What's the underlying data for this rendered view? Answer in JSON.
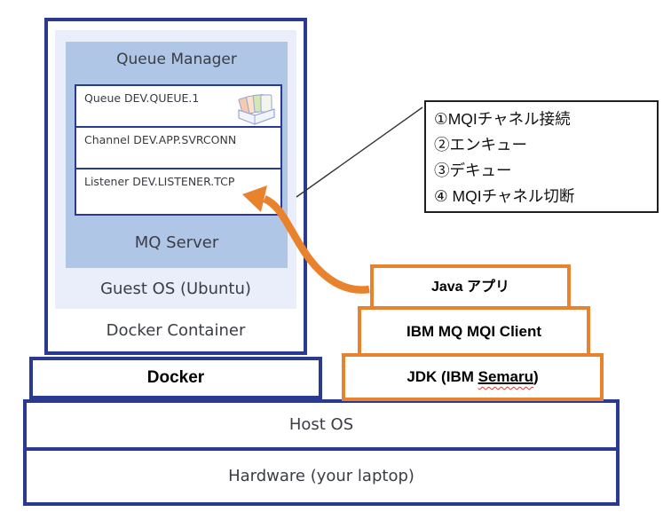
{
  "colors": {
    "navy": "#2b3a91",
    "orange": "#e8822d",
    "mq_server_fill": "#b0c6e7",
    "guest_os_fill": "#e9eefa",
    "annotation_border": "#1f1f1f",
    "wavy_underline": "#e03a2f"
  },
  "docker_container": {
    "label": "Docker Container",
    "guest_os_label": "Guest OS (Ubuntu)",
    "mq_server_label": "MQ Server",
    "queue_manager_label": "Queue Manager",
    "components": [
      {
        "label": "Queue DEV.QUEUE.1"
      },
      {
        "label": "Channel DEV.APP.SVRCONN"
      },
      {
        "label": "Listener DEV.LISTENER.TCP"
      }
    ]
  },
  "host_stack": {
    "docker_label": "Docker",
    "host_os_label": "Host OS",
    "hardware_label": "Hardware (your laptop)"
  },
  "client_stack": {
    "java_app_label": "Java アプリ",
    "mqi_client_label": "IBM MQ MQI Client",
    "jdk_label_prefix": "JDK (IBM ",
    "jdk_label_underlined": "Semaru",
    "jdk_label_suffix": ")"
  },
  "annotation": {
    "lines": [
      "①MQIチャネル接続",
      "②エンキュー",
      "③デキュー",
      "④ MQIチャネル切断"
    ]
  },
  "icons": {
    "queue_icon": "card-file-box-icon"
  }
}
